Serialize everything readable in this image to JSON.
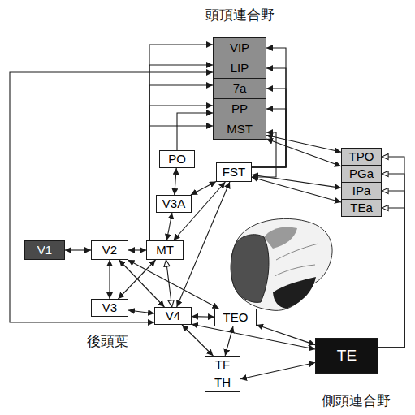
{
  "diagram": {
    "nodes": [
      {
        "text": [
          "VIP"
        ]
      },
      {
        "text": [
          "LIP"
        ]
      },
      {
        "text": [
          "7a"
        ]
      },
      {
        "text": [
          "PP"
        ]
      },
      {
        "text": [
          "MST"
        ]
      },
      {
        "text": [
          "PO"
        ]
      },
      {
        "text": [
          "TPO"
        ]
      },
      {
        "text": [
          "FST"
        ]
      },
      {
        "text": [
          "PGa"
        ]
      },
      {
        "text": [
          "IPa"
        ]
      },
      {
        "text": [
          "TEa"
        ]
      },
      {
        "text": [
          "V3A"
        ]
      },
      {
        "text": [
          "V1"
        ]
      },
      {
        "text": [
          "V2"
        ]
      },
      {
        "text": [
          "MT"
        ]
      },
      {
        "text": [
          "V3"
        ]
      },
      {
        "text": [
          "V4"
        ]
      },
      {
        "text": [
          "TEO"
        ]
      },
      {
        "text": [
          "TE"
        ]
      },
      {
        "text": [
          "TF"
        ]
      },
      {
        "text": [
          "TH"
        ]
      }
    ],
    "edges": [
      {
        "from": 12,
        "to": 13,
        "arrow": "both"
      },
      {
        "from": 13,
        "to": 14,
        "arrow": "both"
      },
      {
        "from": 13,
        "to": 15,
        "arrow": "both"
      },
      {
        "from": 13,
        "to": 16,
        "arrow": "both"
      },
      {
        "from": 15,
        "to": 14,
        "arrow": "both"
      },
      {
        "from": 15,
        "to": 16,
        "arrow": "both"
      },
      {
        "from": 13,
        "to": 17,
        "arrow": "both"
      },
      {
        "from": 16,
        "to": 14,
        "arrow": "both"
      },
      {
        "from": 14,
        "to": 11,
        "arrow": "both"
      },
      {
        "from": 14,
        "to": 7,
        "arrow": "both"
      },
      {
        "from": 11,
        "to": 7,
        "arrow": "both"
      },
      {
        "from": 16,
        "to": 7,
        "arrow": "both"
      },
      {
        "from": 11,
        "to": 5,
        "arrow": "both"
      },
      {
        "from": 14,
        "to": 0,
        "arrow": "to"
      },
      {
        "from": 14,
        "to": 1,
        "arrow": "to"
      },
      {
        "from": 14,
        "to": 2,
        "arrow": "to"
      },
      {
        "from": 14,
        "to": 3,
        "arrow": "to"
      },
      {
        "from": 14,
        "to": 4,
        "arrow": "to"
      },
      {
        "from": 16,
        "to": 1,
        "arrow": "both"
      },
      {
        "from": 5,
        "to": 3,
        "arrow": "to"
      },
      {
        "from": 7,
        "to": 0,
        "arrow": "to"
      },
      {
        "from": 7,
        "to": 1,
        "arrow": "to"
      },
      {
        "from": 7,
        "to": 2,
        "arrow": "to"
      },
      {
        "from": 7,
        "to": 3,
        "arrow": "to"
      },
      {
        "from": 7,
        "to": 4,
        "arrow": "both"
      },
      {
        "from": 4,
        "to": 6,
        "arrow": "both"
      },
      {
        "from": 4,
        "to": 8,
        "arrow": "both"
      },
      {
        "from": 7,
        "to": 9,
        "arrow": "both"
      },
      {
        "from": 7,
        "to": 10,
        "arrow": "both"
      },
      {
        "from": 16,
        "to": 17,
        "arrow": "both"
      },
      {
        "from": 16,
        "to": 18,
        "arrow": "both"
      },
      {
        "from": 16,
        "to": 19,
        "arrow": "both"
      },
      {
        "from": 17,
        "to": 18,
        "arrow": "both"
      },
      {
        "from": 17,
        "to": 19,
        "arrow": "both"
      },
      {
        "from": 20,
        "to": 18,
        "arrow": "both"
      },
      {
        "from": 18,
        "to": 6,
        "arrow": "to"
      },
      {
        "from": 18,
        "to": 8,
        "arrow": "to"
      },
      {
        "from": 18,
        "to": 9,
        "arrow": "to"
      },
      {
        "from": 18,
        "to": 10,
        "arrow": "to"
      }
    ],
    "labels": [
      "頭頂連合野",
      "後頭葉",
      "側頭連合野"
    ]
  }
}
